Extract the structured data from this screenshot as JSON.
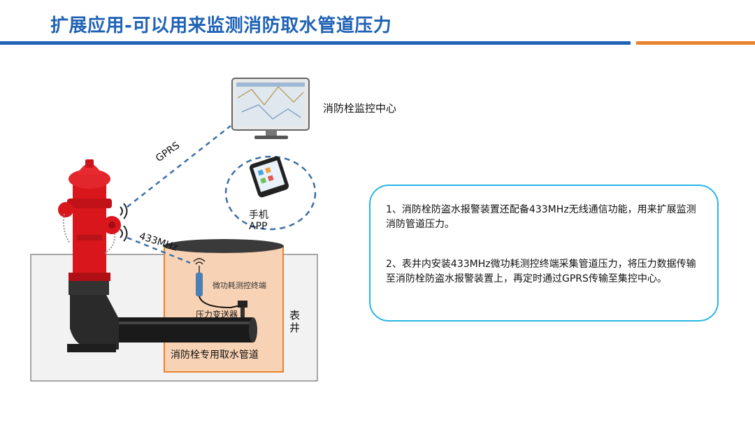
{
  "header": {
    "title": "扩展应用-可以用来监测消防取水管道压力"
  },
  "diagram": {
    "labels": {
      "monitor_center": "消防栓监控中心",
      "gprs": "GPRS",
      "phone_line1": "手机",
      "phone_line2": "APP",
      "freq_433": "433MHz",
      "terminal": "微功耗测控终端",
      "pressure_sensor": "压力变送器",
      "well": "表井",
      "pipe": "消防栓专用取水管道"
    }
  },
  "info": {
    "points": [
      "1、消防栓防盗水报警装置还配备433MHz无线通信功能，用来扩展监测消防管道压力。",
      "2、表井内安装433MHz微功耗测控终端采集管道压力，将压力数据传输至消防栓防盗水报警装置上，再定时通过GPRS传输至集控中心。"
    ]
  },
  "colors": {
    "title": "#1f62b5",
    "accent_orange": "#e8822b",
    "box_border": "#29b6e6",
    "hydrant_red": "#d9161c",
    "dashed_link": "#3d6fa8"
  }
}
